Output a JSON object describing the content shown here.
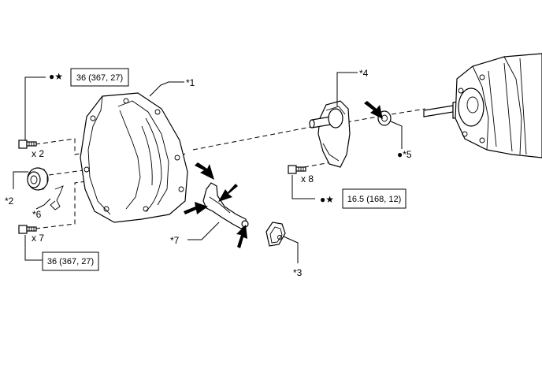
{
  "torque_specs": {
    "upper_bolts": "36 (367, 27)",
    "lower_bolts": "36 (367, 27)",
    "retainer_bolts": "16.5 (168, 12)"
  },
  "quantities": {
    "upper_bolts": "x 2",
    "lower_bolts": "x 7",
    "retainer_bolts": "x 8"
  },
  "symbols": {
    "upper_bolts": "●★",
    "retainer_bolts": "●★"
  },
  "callouts": {
    "c1": "*1",
    "c2": "*2",
    "c3": "*3",
    "c4": "*4",
    "c5": "●*5",
    "c6": "*6",
    "c7": "*7"
  }
}
